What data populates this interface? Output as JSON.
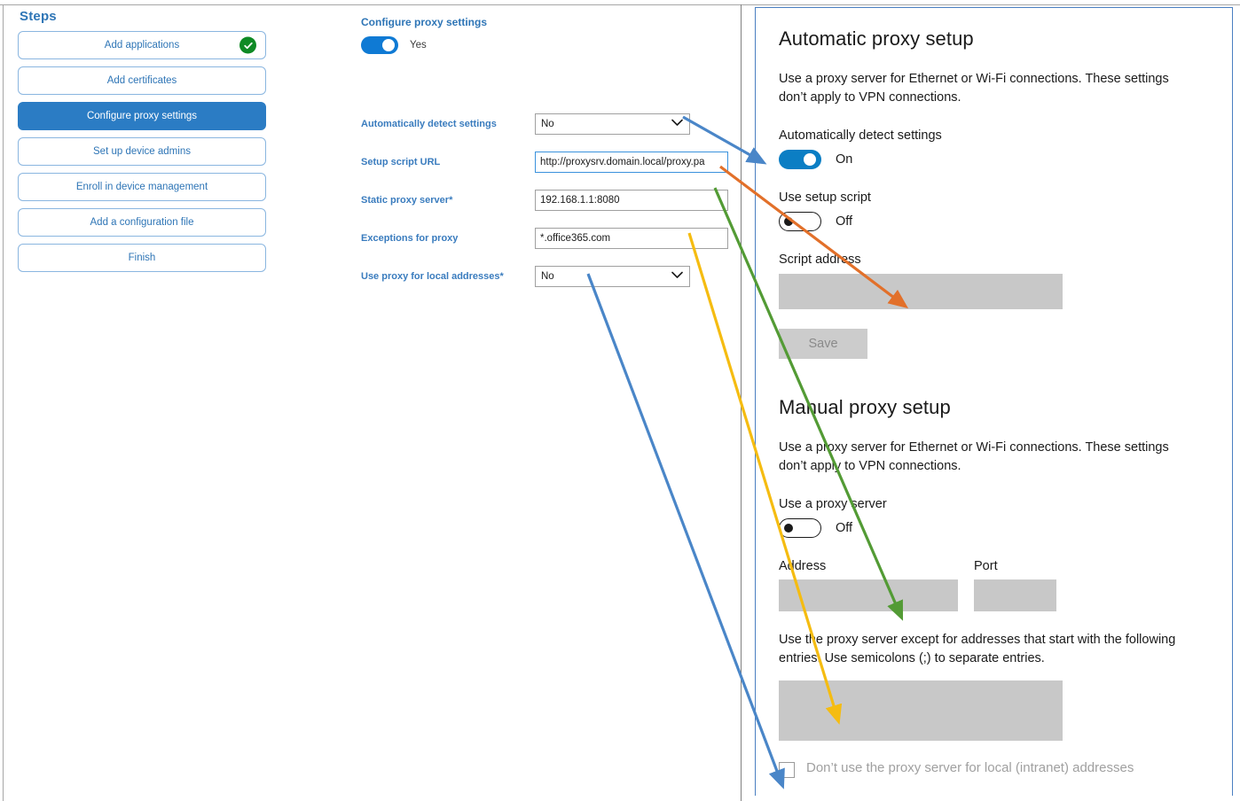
{
  "steps_panel": {
    "title": "Steps",
    "items": [
      {
        "label": "Add applications",
        "state": "complete",
        "icon": "check-circle-icon"
      },
      {
        "label": "Add certificates",
        "state": "default",
        "icon": ""
      },
      {
        "label": "Configure proxy settings",
        "state": "active",
        "icon": ""
      },
      {
        "label": "Set up device admins",
        "state": "default",
        "icon": ""
      },
      {
        "label": "Enroll in device management",
        "state": "default",
        "icon": ""
      },
      {
        "label": "Add a configuration file",
        "state": "default",
        "icon": ""
      },
      {
        "label": "Finish",
        "state": "default",
        "icon": ""
      }
    ]
  },
  "form_panel": {
    "heading": "Configure proxy settings",
    "master_toggle": {
      "value": "Yes",
      "state": "on"
    },
    "fields": [
      {
        "label": "Automatically detect settings",
        "required": "",
        "control": "select",
        "value": "No",
        "icon": "chevron-down-icon"
      },
      {
        "label": "Setup script URL",
        "required": "",
        "control": "text",
        "value": "http://proxysrv.domain.local/proxy.pa",
        "focused": true
      },
      {
        "label": "Static proxy server",
        "required": "*",
        "control": "text",
        "value": "192.168.1.1:8080",
        "focused": false
      },
      {
        "label": "Exceptions for proxy",
        "required": "",
        "control": "text",
        "value": "*.office365.com",
        "focused": false
      },
      {
        "label": "Use proxy for local addresses",
        "required": "*",
        "control": "select",
        "value": "No",
        "icon": "chevron-down-icon"
      }
    ]
  },
  "settings_panel": {
    "automatic": {
      "heading": "Automatic proxy setup",
      "description": "Use a proxy server for Ethernet or Wi-Fi connections. These settings don’t apply to VPN connections.",
      "detect_label": "Automatically detect settings",
      "detect_toggle": {
        "state": "on",
        "text": "On"
      },
      "script_label": "Use setup script",
      "script_toggle": {
        "state": "off",
        "text": "Off"
      },
      "script_address_label": "Script address",
      "script_address_value": "",
      "save_label": "Save"
    },
    "manual": {
      "heading": "Manual proxy setup",
      "description": "Use a proxy server for Ethernet or Wi-Fi connections. These settings don’t apply to VPN connections.",
      "use_proxy_label": "Use a proxy server",
      "use_proxy_toggle": {
        "state": "off",
        "text": "Off"
      },
      "address_label": "Address",
      "address_value": "",
      "port_label": "Port",
      "port_value": "",
      "exceptions_description": "Use the proxy server except for addresses that start with the following entries. Use semicolons (;) to separate entries.",
      "exceptions_value": "",
      "local_checkbox_label": "Don’t use the proxy server for local (intranet) addresses",
      "local_checkbox_state": "unchecked"
    }
  },
  "colors": {
    "accent_blue": "#2b7cc4",
    "label_blue": "#3a7cbe",
    "toggle_on": "#0b7ec4",
    "check_green": "#0f8a25",
    "arrow_blue": "#4a86c8",
    "arrow_orange": "#e2702a",
    "arrow_green": "#539b35",
    "arrow_yellow": "#f5bc11",
    "field_gray": "#c8c8c8"
  },
  "annotations": [
    {
      "name": "detect-settings-mapping",
      "color": "#4a86c8",
      "from": "Automatically detect settings (No)",
      "to": "Automatically detect settings toggle (On)"
    },
    {
      "name": "setup-script-mapping",
      "color": "#e2702a",
      "from": "Setup script URL",
      "to": "Script address box"
    },
    {
      "name": "static-proxy-mapping",
      "color": "#539b35",
      "from": "Static proxy server",
      "to": "Address box"
    },
    {
      "name": "exceptions-mapping",
      "color": "#f5bc11",
      "from": "Exceptions for proxy",
      "to": "Exceptions box"
    },
    {
      "name": "local-addresses-mapping",
      "color": "#4a86c8",
      "from": "Use proxy for local addresses (No)",
      "to": "Don’t use the proxy server for local (intranet) addresses checkbox"
    }
  ]
}
